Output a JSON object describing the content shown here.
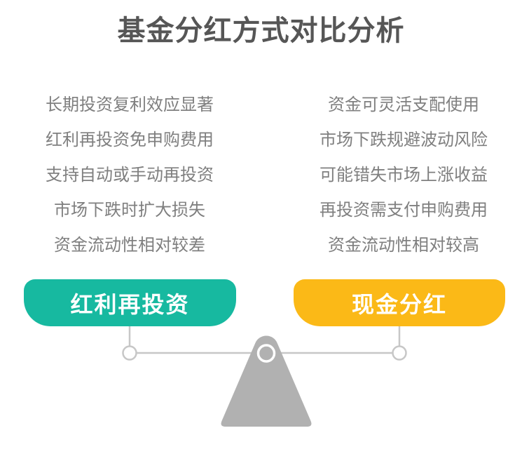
{
  "title": "基金分红方式对比分析",
  "left": {
    "label": "红利再投资",
    "accent_color": "#17B9A0",
    "points": [
      "长期投资复利效应显著",
      "红利再投资免申购费用",
      "支持自动或手动再投资",
      "市场下跌时扩大损失",
      "资金流动性相对较差"
    ]
  },
  "right": {
    "label": "现金分红",
    "accent_color": "#FBB917",
    "points": [
      "资金可灵活支配使用",
      "市场下跌规避波动风险",
      "可能错失市场上涨收益",
      "再投资需支付申购费用",
      "资金流动性相对较高"
    ]
  },
  "colors": {
    "background": "#FFFFFF",
    "title_text": "#565656",
    "body_text": "#7F7F7F",
    "pill_text": "#FFFFFF",
    "scale_triangle": "#B1B1B1",
    "scale_lines": "#C7C7C7"
  }
}
